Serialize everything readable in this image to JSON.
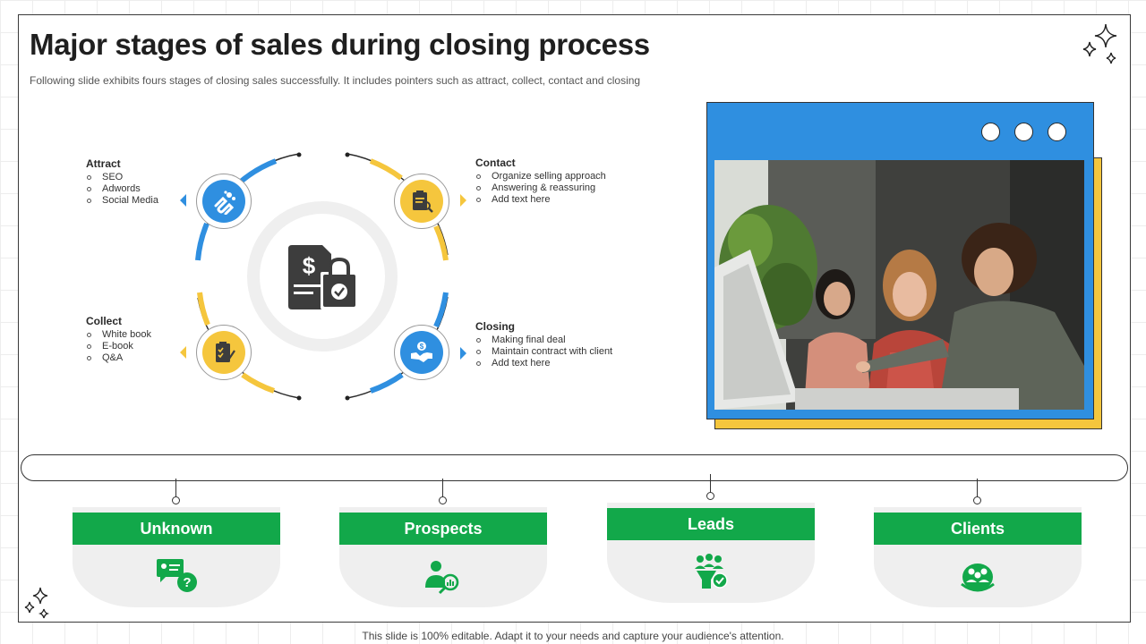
{
  "slide": {
    "title": "Major stages of sales during closing process",
    "subtitle": "Following slide exhibits fours stages of closing sales successfully. It includes pointers such as attract, collect, contact and closing"
  },
  "colors": {
    "blue": "#2f8fe0",
    "yellow": "#f5c63d",
    "green": "#12a84a",
    "dark_icon": "#3d3d3d"
  },
  "stages": [
    {
      "heading": "Attract",
      "items": [
        "SEO",
        "Adwords",
        "Social Media"
      ],
      "icon": "magnet-icon"
    },
    {
      "heading": "Contact",
      "items": [
        "Organize selling approach",
        "Answering & reassuring",
        "Add text here"
      ],
      "icon": "clipboard-search-icon"
    },
    {
      "heading": "Collect",
      "items": [
        "White book",
        "E-book",
        "Q&A"
      ],
      "icon": "checklist-icon"
    },
    {
      "heading": "Closing",
      "items": [
        "Making  final deal",
        "Maintain  contract with client",
        "Add text here"
      ],
      "icon": "handshake-icon"
    }
  ],
  "center_icon": "invoice-shopping-bag-icon",
  "photo": {
    "icon": "team-meeting-photo"
  },
  "pipeline": [
    {
      "label": "Unknown",
      "icon": "chat-question-icon"
    },
    {
      "label": "Prospects",
      "icon": "person-search-icon"
    },
    {
      "label": "Leads",
      "icon": "group-check-icon"
    },
    {
      "label": "Clients",
      "icon": "client-group-icon"
    }
  ],
  "footer": "This slide is 100% editable. Adapt it to your needs and capture your audience's attention."
}
